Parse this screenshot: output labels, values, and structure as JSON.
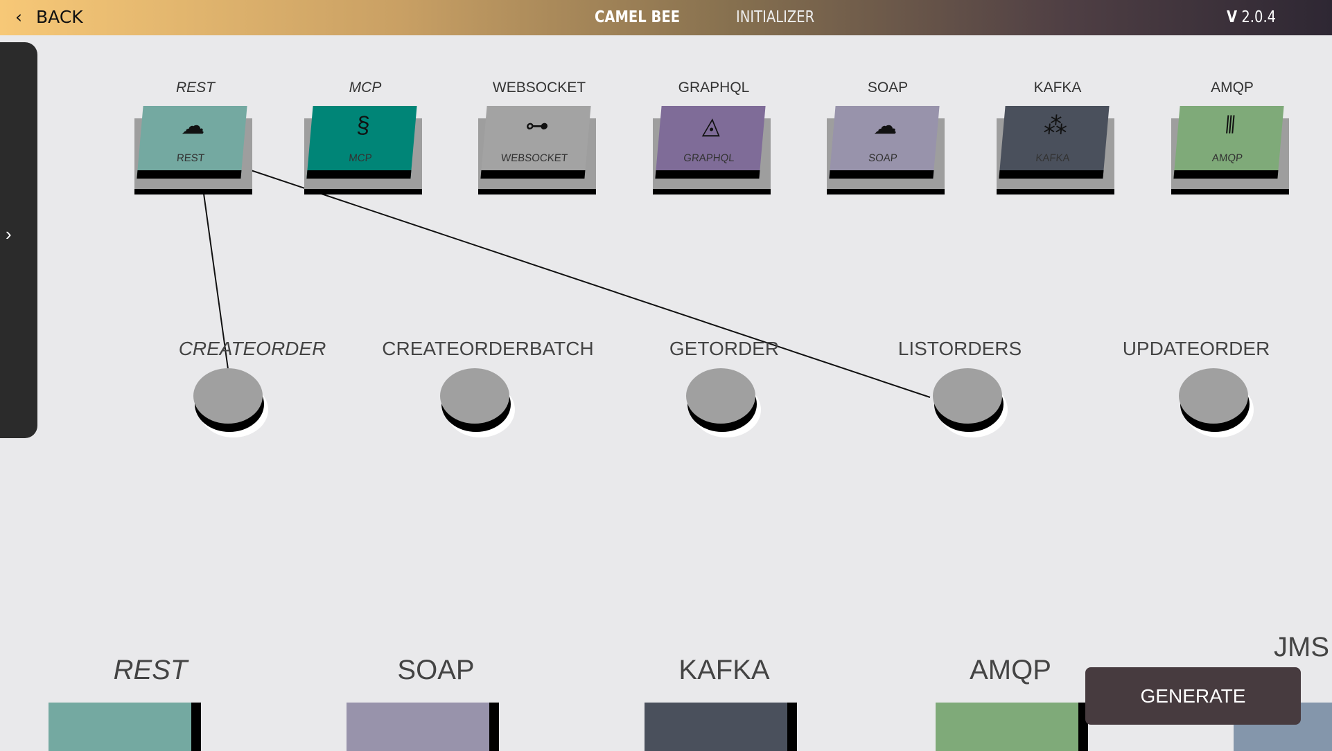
{
  "header": {
    "back_label": "BACK",
    "title": "CAMEL BEE",
    "subtitle": "INITIALIZER",
    "version_prefix": "V",
    "version": "2.0.4"
  },
  "sidebar": {
    "toggle_icon": "chevron-right-icon"
  },
  "protocols": [
    {
      "label": "REST",
      "icon": "cloud-braces-icon",
      "color": "#74a9a1"
    },
    {
      "label": "MCP",
      "icon": "mcp-icon",
      "color": "#008577"
    },
    {
      "label": "WEBSOCKET",
      "icon": "websocket-icon",
      "color": "#a3a3a3"
    },
    {
      "label": "GRAPHQL",
      "icon": "graphql-icon",
      "color": "#7f6c98"
    },
    {
      "label": "SOAP",
      "icon": "cloud-code-icon",
      "color": "#9893ab"
    },
    {
      "label": "KAFKA",
      "icon": "kafka-icon",
      "color": "#4a505c"
    },
    {
      "label": "AMQP",
      "icon": "amqp-icon",
      "color": "#7faa79"
    }
  ],
  "methods": [
    "CREATEORDER",
    "CREATEORDERBATCH",
    "GETORDER",
    "LISTORDERS",
    "UPDATEORDER"
  ],
  "connections": [
    {
      "from": "REST",
      "to": "CREATEORDER"
    },
    {
      "from": "REST",
      "to": "LISTORDERS"
    }
  ],
  "bottom_protocols": [
    {
      "label": "REST",
      "color": "#74a9a1"
    },
    {
      "label": "SOAP",
      "color": "#9893ab"
    },
    {
      "label": "KAFKA",
      "color": "#4a505c"
    },
    {
      "label": "AMQP",
      "color": "#7faa79"
    },
    {
      "label": "JMS",
      "color": "#8496ab"
    }
  ],
  "generate_label": "GENERATE"
}
